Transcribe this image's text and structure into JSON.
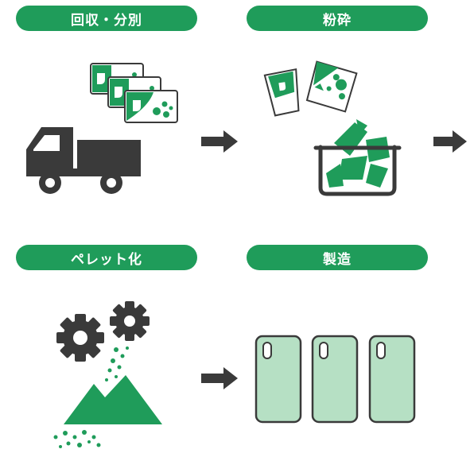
{
  "steps": [
    {
      "label": "回収・分別",
      "icon": "truck-with-cards-icon"
    },
    {
      "label": "粉砕",
      "icon": "crushed-pieces-in-basket-icon"
    },
    {
      "label": "ペレット化",
      "icon": "gears-and-pellets-icon"
    },
    {
      "label": "製造",
      "icon": "phone-cases-icon"
    }
  ],
  "colors": {
    "accent": "#1f9c5a",
    "dark": "#3a3a3a",
    "light_green": "#b6e0c4"
  }
}
